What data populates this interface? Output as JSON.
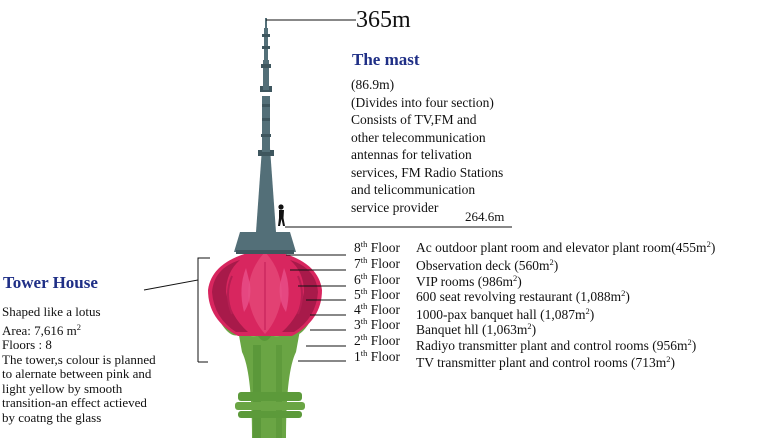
{
  "heights": {
    "top": "365m",
    "middle": "264.6m"
  },
  "mast": {
    "title": "The mast",
    "lines": [
      "(86.9m)",
      "(Divides into four section)",
      "Consists of TV,FM and",
      "other telecommunication",
      "antennas for telivation",
      "services, FM Radio Stations",
      "and telicommunication",
      "service provider"
    ]
  },
  "tower_house": {
    "title": "Tower House",
    "lines": [
      "Shaped like a lotus",
      "Area: 7,616 m",
      "Floors : 8",
      "The tower,s colour is planned",
      "to alernate between pink and",
      "light yellow by smooth",
      "transition-an effect actieved",
      "by coatng the glass"
    ],
    "area_superscript": "2"
  },
  "floors": [
    {
      "num": "8",
      "sup": "th",
      "word": "Floor",
      "desc": "Ac outdoor plant room and elevator plant room(455m",
      "desc_sup": "2",
      "desc_end": ")"
    },
    {
      "num": "7",
      "sup": "th",
      "word": "Floor",
      "desc": "Observation deck (560m",
      "desc_sup": "2",
      "desc_end": ")"
    },
    {
      "num": "6",
      "sup": "th",
      "word": "Floor",
      "desc": "VIP rooms (986m",
      "desc_sup": "2",
      "desc_end": ")"
    },
    {
      "num": "5",
      "sup": "th",
      "word": "Floor",
      "desc": "600 seat revolving restaurant (1,088m",
      "desc_sup": "2",
      "desc_end": ")"
    },
    {
      "num": "4",
      "sup": "th",
      "word": "Floor",
      "desc": "1000-pax banquet hall (1,087m",
      "desc_sup": "2",
      "desc_end": ")"
    },
    {
      "num": "3",
      "sup": "th",
      "word": "Floor",
      "desc": "Banquet hll (1,063m",
      "desc_sup": "2",
      "desc_end": ")"
    },
    {
      "num": "2",
      "sup": "th",
      "word": "Floor",
      "desc": "Radiyo transmitter plant and control rooms (956m",
      "desc_sup": "2",
      "desc_end": ")"
    },
    {
      "num": "1",
      "sup": "th",
      "word": "Floor",
      "desc": "TV transmitter plant and control rooms (713m",
      "desc_sup": "2",
      "desc_end": ")"
    }
  ],
  "colors": {
    "mast": "#536f78",
    "mast_dark": "#3e565e",
    "lotus_pink": "#d8265f",
    "lotus_pink_dark": "#a81a4a",
    "lotus_pink_light": "#e9508a",
    "stem_green": "#6aa544",
    "stem_green_dark": "#4a8a2e",
    "title_blue": "#1f2f86"
  },
  "icons": {
    "person": "person-silhouette-icon"
  }
}
